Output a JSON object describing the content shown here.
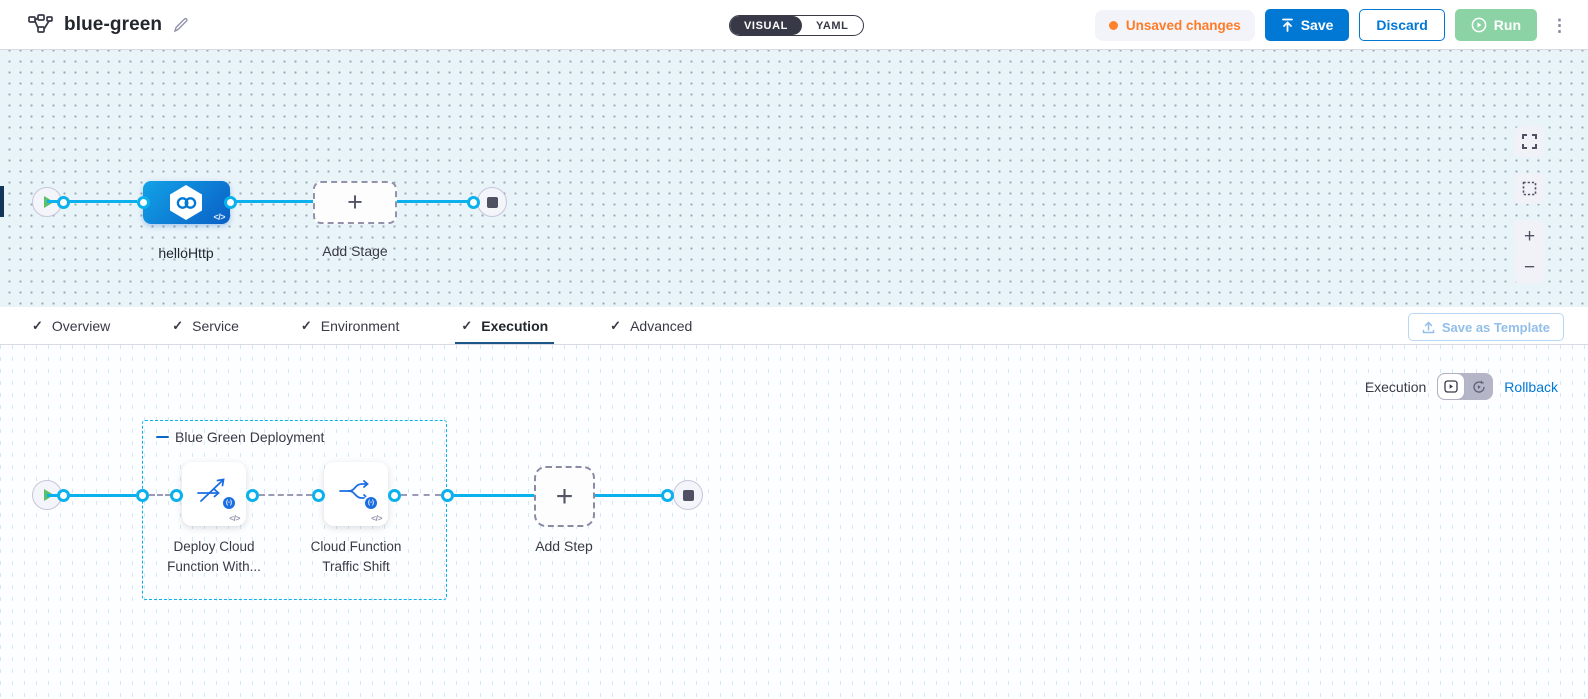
{
  "header": {
    "title": "blue-green",
    "view_toggle": {
      "options": [
        "VISUAL",
        "YAML"
      ],
      "active": "VISUAL"
    },
    "unsaved_label": "Unsaved changes",
    "save_label": "Save",
    "discard_label": "Discard",
    "run_label": "Run",
    "kebab_glyph": "⋮"
  },
  "stage_canvas": {
    "stage_label": "helloHttp",
    "add_stage_label": "Add Stage",
    "plus_glyph": "+",
    "code_glyph": "</>",
    "zoom_in_glyph": "+",
    "zoom_out_glyph": "−"
  },
  "tabs": {
    "check_glyph": "✓",
    "items": [
      {
        "label": "Overview",
        "active": false
      },
      {
        "label": "Service",
        "active": false
      },
      {
        "label": "Environment",
        "active": false
      },
      {
        "label": "Execution",
        "active": true
      },
      {
        "label": "Advanced",
        "active": false
      }
    ],
    "save_as_template_label": "Save as Template"
  },
  "execution_canvas": {
    "mode_label": "Execution",
    "rollback_label": "Rollback",
    "group_label": "Blue Green Deployment",
    "steps": [
      {
        "label": "Deploy Cloud Function With...",
        "badge_glyph": "(-)",
        "code_glyph": "</>"
      },
      {
        "label": "Cloud Function Traffic Shift",
        "badge_glyph": "(-)",
        "code_glyph": "</>"
      }
    ],
    "add_step_label": "Add Step",
    "plus_glyph": "+"
  },
  "colors": {
    "primary_blue": "#0278d5",
    "connector_cyan": "#0ab1ec",
    "unsaved_orange": "#ff7b26",
    "run_green_disabled": "#8bd3a5",
    "stage_node_gradient_start": "#12a2e6",
    "stage_node_gradient_end": "#0a5fc6",
    "toggle_dark": "#383946",
    "tab_underline": "#1b5588"
  }
}
